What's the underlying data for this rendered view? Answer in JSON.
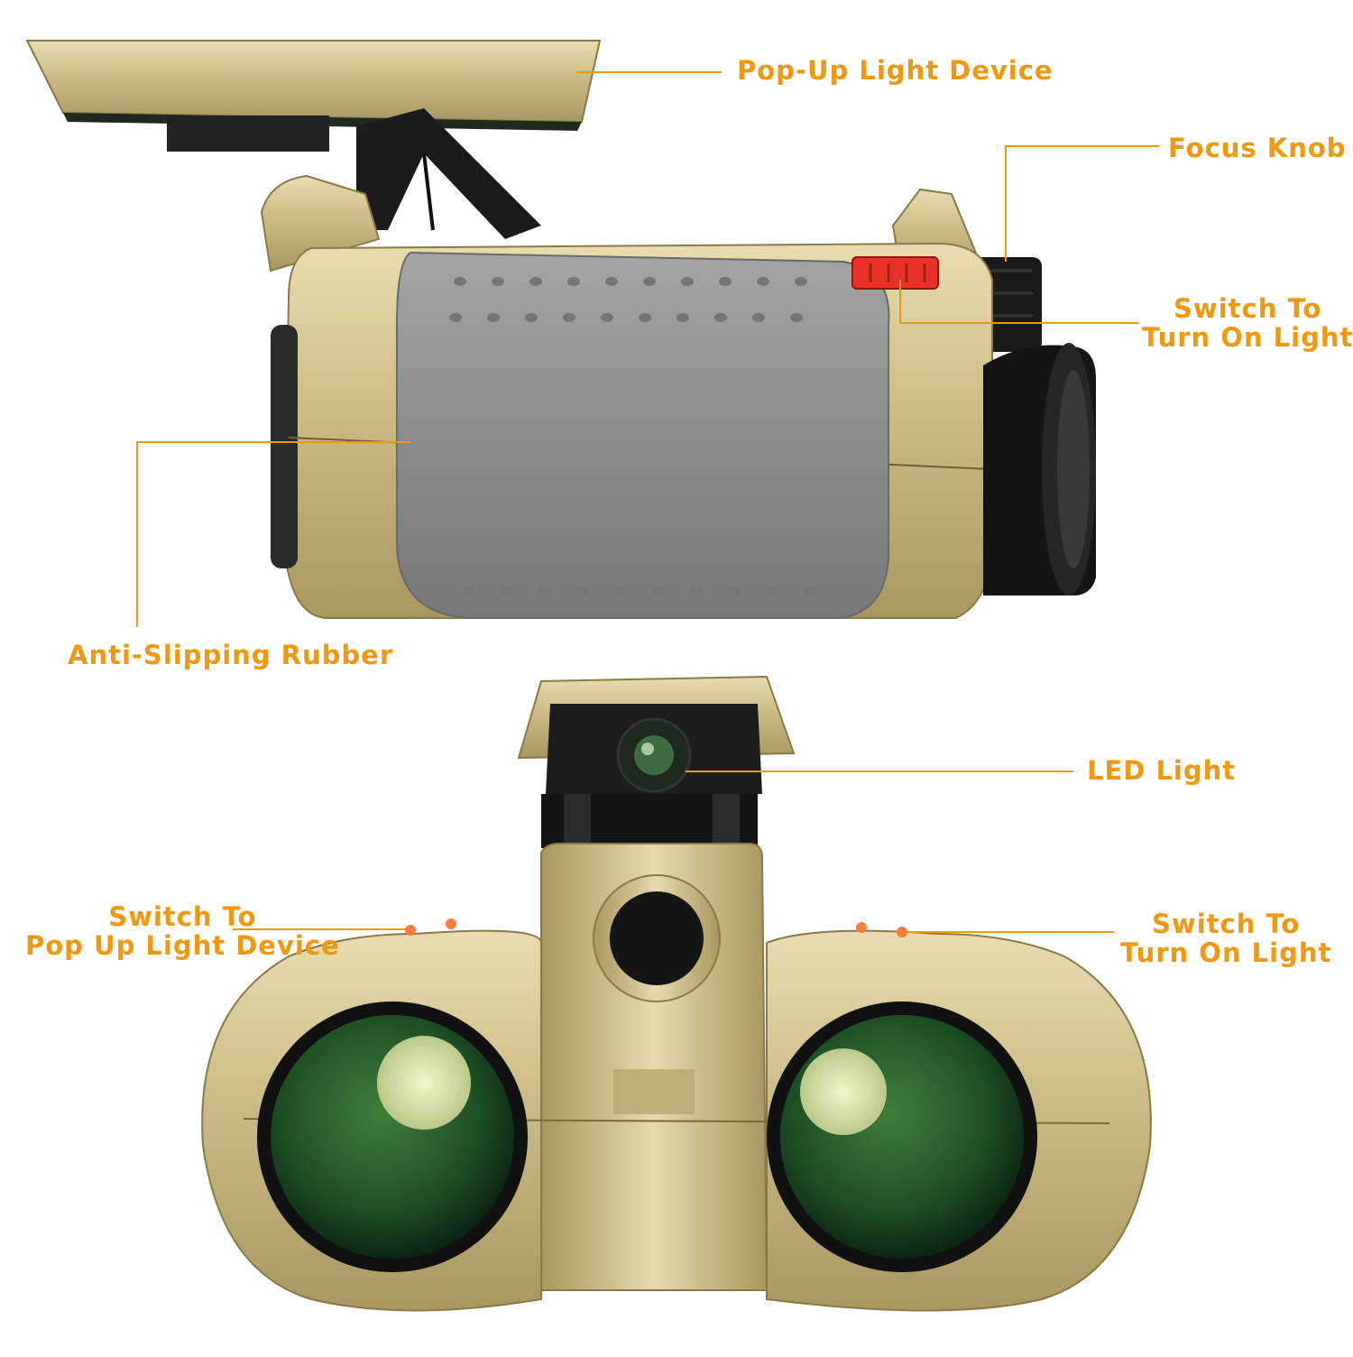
{
  "colors": {
    "accent": "#f0980f",
    "gold_body": "#cfc08c",
    "gold_dark": "#9b8b55",
    "rubber_grey": "#8f8f8f",
    "lens_green": "#1f5a2a",
    "switch_red": "#e8322a",
    "switch_orange": "#ff7a3d"
  },
  "callouts": {
    "popup_light_device": {
      "text": "Pop-Up Light Device"
    },
    "focus_knob": {
      "text": "Focus Knob"
    },
    "switch_light_top": {
      "lines": [
        "Switch To",
        "Turn On Light"
      ]
    },
    "anti_slipping_rubber": {
      "text": "Anti-Slipping Rubber"
    },
    "led_light": {
      "text": "LED Light"
    },
    "switch_popup": {
      "lines": [
        "Switch To",
        "Pop Up Light Device"
      ]
    },
    "switch_light_bottom": {
      "lines": [
        "Switch To",
        "Turn On Light"
      ]
    }
  }
}
